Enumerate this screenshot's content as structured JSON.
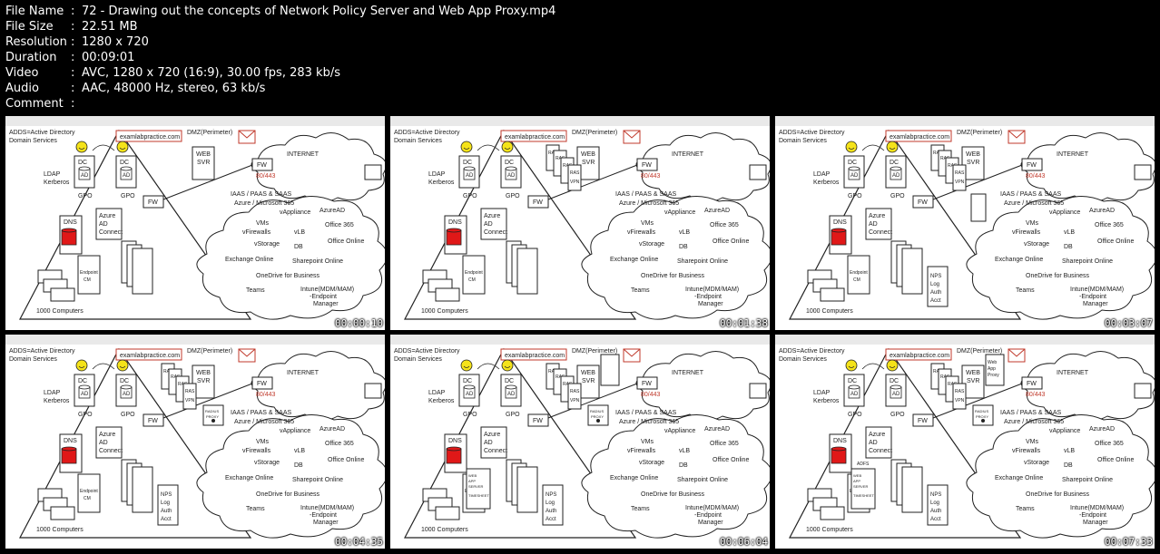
{
  "meta": [
    {
      "key": "File Name",
      "value": "72 - Drawing out the concepts of Network Policy Server and Web App Proxy.mp4"
    },
    {
      "key": "File Size",
      "value": "22.51 MB"
    },
    {
      "key": "Resolution",
      "value": "1280 x 720"
    },
    {
      "key": "Duration",
      "value": "00:09:01"
    },
    {
      "key": "Video",
      "value": "AVC, 1280 x 720 (16:9), 30.00 fps, 283 kb/s"
    },
    {
      "key": "Audio",
      "value": "AAC, 48000 Hz, stereo, 63 kb/s"
    },
    {
      "key": "Comment",
      "value": ""
    }
  ],
  "diagram": {
    "adds": "ADDS=Active Directory",
    "adds2": "Domain Services",
    "site": "examlabpractice.com",
    "dmz": "DMZ(Perimeter)",
    "web": "WEB",
    "svr": "SVR",
    "internet": "INTERNET",
    "fw": "FW",
    "ports": "80/443",
    "ldap": "LDAP",
    "kerberos": "Kerberos",
    "dc": "DC",
    "ad": "AD",
    "gpo": "GPO",
    "iaas": "IAAS  / PAAS & SAAS",
    "azure": "Azure / Microsoft 365",
    "azure_ad_connect": [
      "Azure",
      "AD",
      "Connect"
    ],
    "dns": "DNS",
    "endpoint": [
      "Endpoint",
      "CM"
    ],
    "computers": "1000 Computers",
    "cloud_items": [
      "VMs",
      "vFirewalls",
      "vStorage",
      "vAppliance",
      "vLB",
      "DB",
      "AzureAD",
      "Office 365",
      "Office Online",
      "Exchange Online",
      "Sharepoint Online",
      "OneDrive for Business",
      "Teams",
      "Intune(MDM/MAM)",
      "-Endpoint",
      "Manager"
    ],
    "ras": "RAS",
    "vpn": "VPN",
    "nps": [
      "NPS",
      "Log",
      "Auth",
      "Acct"
    ],
    "radius": [
      "RADIUS",
      "PROXY"
    ],
    "web_app_server": [
      "WEB",
      "APP",
      "SERVER",
      "TIMESHEET"
    ],
    "adfs": "ADFS",
    "wap": [
      "Web",
      "App",
      "Proxy"
    ]
  },
  "thumbnails": [
    {
      "time": "00:00:10",
      "stage": 0
    },
    {
      "time": "00:01:38",
      "stage": 1
    },
    {
      "time": "00:03:07",
      "stage": 2
    },
    {
      "time": "00:04:35",
      "stage": 3
    },
    {
      "time": "00:06:04",
      "stage": 4
    },
    {
      "time": "00:07:33",
      "stage": 5
    }
  ]
}
